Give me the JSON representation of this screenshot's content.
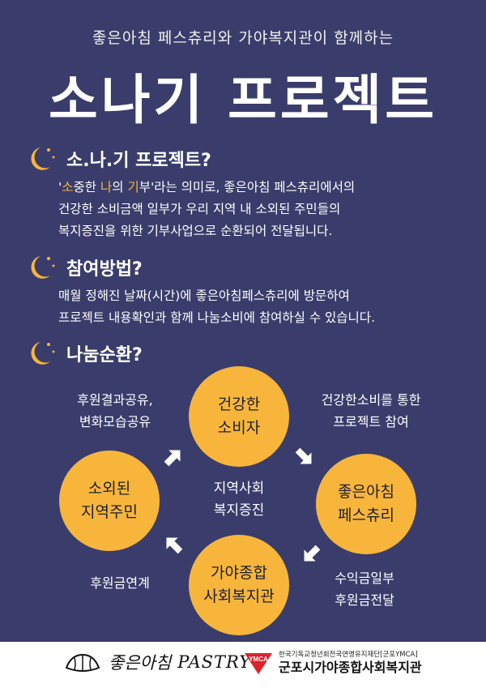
{
  "header": {
    "subtitle": "좋은아침 페스츄리와 가야복지관이 함께하는",
    "title": "소나기 프로젝트"
  },
  "section1": {
    "heading": "소.나.기 프로젝트?",
    "quote_open": "'",
    "hl1": "소",
    "t1": "중한 ",
    "hl2": "나",
    "t2": "의 ",
    "hl3": "기",
    "t3": "부'라는 의미로, 좋은아침 페스츄리에서의",
    "line2": "건강한 소비금액 일부가 우리 지역 내 소외된 주민들의",
    "line3": "복지증진을 위한 기부사업으로 순환되어 전달됩니다."
  },
  "section2": {
    "heading": "참여방법?",
    "line1": "매월 정해진 날짜(시간)에 좋은아침페스츄리에 방문하여",
    "line2": "프로젝트 내용확인과 함께 나눔소비에 참여하실 수 있습니다."
  },
  "section3": {
    "heading": "나눔순환?"
  },
  "cycle": {
    "top": [
      "건강한",
      "소비자"
    ],
    "right": [
      "좋은아침",
      "페스츄리"
    ],
    "bottom": [
      "가야종합",
      "사회복지관"
    ],
    "left": [
      "소외된",
      "지역주민"
    ],
    "center": [
      "지역사회",
      "복지증진"
    ],
    "note_top_left": [
      "후원결과공유,",
      "변화모습공유"
    ],
    "note_top_right": [
      "건강한소비를 통한",
      "프로젝트 참여"
    ],
    "note_bottom_right": [
      "수익금일부",
      "후원금전달"
    ],
    "note_bottom_left": "후원금연계"
  },
  "footer": {
    "left_kr": "좋은아침",
    "left_en": "PASTRY",
    "right_small": "한국기독교청년회전국연맹유지재단[군포YMCA]",
    "right_big": "군포시가야종합사회복지관",
    "logo_text": "YMCA"
  },
  "colors": {
    "background": "#3a3d6b",
    "accent": "#f7b63b"
  }
}
